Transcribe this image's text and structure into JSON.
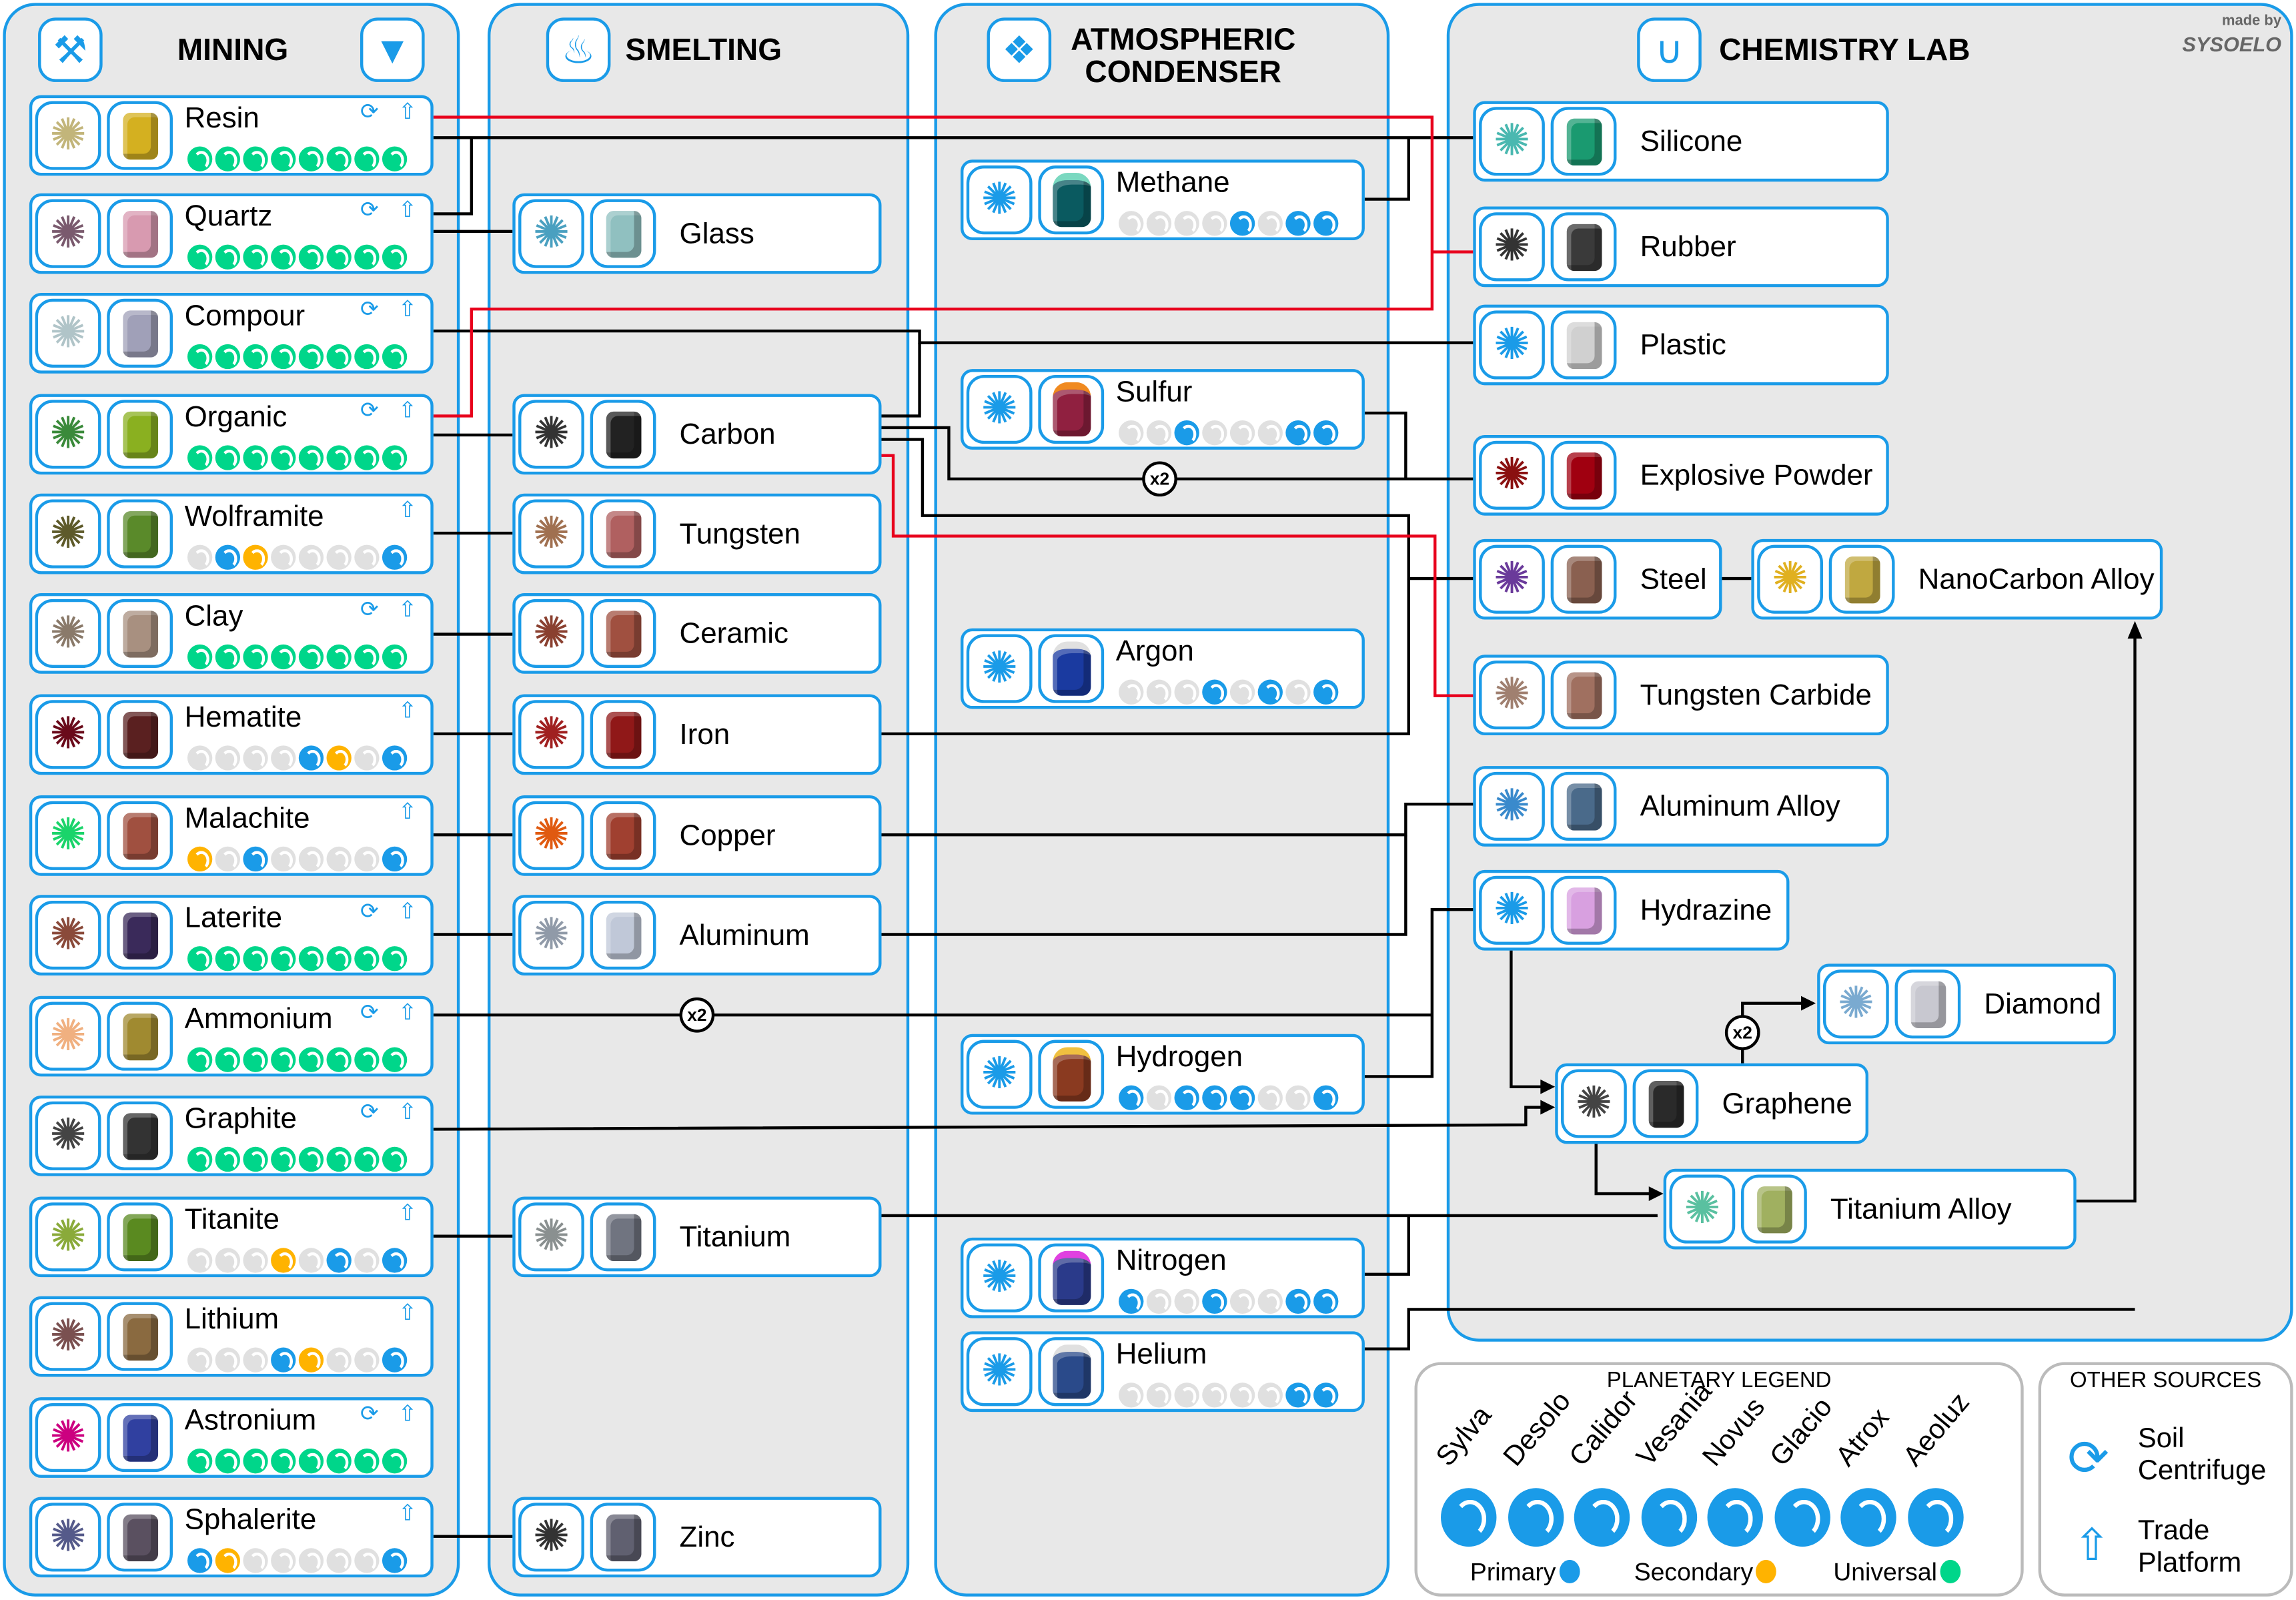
{
  "credit": {
    "made_by": "made by",
    "author": "SYSOELO"
  },
  "colors": {
    "accent": "#1a9be8",
    "primary": "#1a9be8",
    "secondary": "#ffb300",
    "universal": "#00d68a",
    "unavailable": "#e0e0e0",
    "red_link": "#e8001c"
  },
  "planets": [
    "Sylva",
    "Desolo",
    "Calidor",
    "Vesania",
    "Novus",
    "Glacio",
    "Atrox",
    "Aeoluz"
  ],
  "mining": {
    "title": "MINING",
    "icons": [
      "mining-tool-icon",
      "drill-icon"
    ],
    "items": [
      {
        "name": "Resin",
        "icon_color": "#c2b57a",
        "mat_color": "#d4b020",
        "soil_centrifuge": true,
        "trade_platform": true,
        "planets": [
          "u",
          "u",
          "u",
          "u",
          "u",
          "u",
          "u",
          "u"
        ]
      },
      {
        "name": "Quartz",
        "icon_color": "#7a5a6e",
        "mat_color": "#d89ab0",
        "soil_centrifuge": true,
        "trade_platform": true,
        "planets": [
          "u",
          "u",
          "u",
          "u",
          "u",
          "u",
          "u",
          "u"
        ]
      },
      {
        "name": "Compour",
        "icon_color": "#b0c4c8",
        "mat_color": "#a0a0b8",
        "soil_centrifuge": true,
        "trade_platform": true,
        "planets": [
          "u",
          "u",
          "u",
          "u",
          "u",
          "u",
          "u",
          "u"
        ]
      },
      {
        "name": "Organic",
        "icon_color": "#3a8a3a",
        "mat_color": "#8ab020",
        "soil_centrifuge": true,
        "trade_platform": true,
        "planets": [
          "u",
          "u",
          "u",
          "u",
          "u",
          "u",
          "u",
          "u"
        ]
      },
      {
        "name": "Wolframite",
        "icon_color": "#5e5a2a",
        "mat_color": "#5a8a2a",
        "soil_centrifuge": false,
        "trade_platform": true,
        "planets": [
          "n",
          "p",
          "s",
          "n",
          "n",
          "n",
          "n",
          "p"
        ]
      },
      {
        "name": "Clay",
        "icon_color": "#8a7a6a",
        "mat_color": "#a89080",
        "soil_centrifuge": true,
        "trade_platform": true,
        "planets": [
          "u",
          "u",
          "u",
          "u",
          "u",
          "u",
          "u",
          "u"
        ]
      },
      {
        "name": "Hematite",
        "icon_color": "#6a0a1a",
        "mat_color": "#5a2020",
        "soil_centrifuge": false,
        "trade_platform": true,
        "planets": [
          "n",
          "n",
          "n",
          "n",
          "p",
          "s",
          "n",
          "p"
        ]
      },
      {
        "name": "Malachite",
        "icon_color": "#1ad46a",
        "mat_color": "#a05040",
        "soil_centrifuge": false,
        "trade_platform": true,
        "planets": [
          "s",
          "n",
          "p",
          "n",
          "n",
          "n",
          "n",
          "p"
        ]
      },
      {
        "name": "Laterite",
        "icon_color": "#8a4a3a",
        "mat_color": "#3a2a5a",
        "soil_centrifuge": true,
        "trade_platform": true,
        "planets": [
          "u",
          "u",
          "u",
          "u",
          "u",
          "u",
          "u",
          "u"
        ]
      },
      {
        "name": "Ammonium",
        "icon_color": "#f0b080",
        "mat_color": "#a08a30",
        "soil_centrifuge": true,
        "trade_platform": true,
        "planets": [
          "u",
          "u",
          "u",
          "u",
          "u",
          "u",
          "u",
          "u"
        ]
      },
      {
        "name": "Graphite",
        "icon_color": "#444444",
        "mat_color": "#333333",
        "soil_centrifuge": true,
        "trade_platform": true,
        "planets": [
          "u",
          "u",
          "u",
          "u",
          "u",
          "u",
          "u",
          "u"
        ]
      },
      {
        "name": "Titanite",
        "icon_color": "#8aaa3a",
        "mat_color": "#5a8a20",
        "soil_centrifuge": false,
        "trade_platform": true,
        "planets": [
          "n",
          "n",
          "n",
          "s",
          "n",
          "p",
          "n",
          "p"
        ]
      },
      {
        "name": "Lithium",
        "icon_color": "#7a5050",
        "mat_color": "#8a6a40",
        "soil_centrifuge": false,
        "trade_platform": true,
        "planets": [
          "n",
          "n",
          "n",
          "p",
          "s",
          "n",
          "n",
          "p"
        ]
      },
      {
        "name": "Astronium",
        "icon_color": "#cc0080",
        "mat_color": "#3040a0",
        "soil_centrifuge": true,
        "trade_platform": true,
        "planets": [
          "u",
          "u",
          "u",
          "u",
          "u",
          "u",
          "u",
          "u"
        ]
      },
      {
        "name": "Sphalerite",
        "icon_color": "#555a8a",
        "mat_color": "#5a5060",
        "soil_centrifuge": false,
        "trade_platform": true,
        "planets": [
          "p",
          "s",
          "n",
          "n",
          "n",
          "n",
          "n",
          "p"
        ]
      }
    ]
  },
  "smelting": {
    "title": "SMELTING",
    "icon": "furnace-icon",
    "items": [
      {
        "name": "Glass",
        "icon_color": "#4aa0c0",
        "mat_color": "#90c0c0"
      },
      {
        "name": "Carbon",
        "icon_color": "#333333",
        "mat_color": "#222222"
      },
      {
        "name": "Tungsten",
        "icon_color": "#a07050",
        "mat_color": "#b06060"
      },
      {
        "name": "Ceramic",
        "icon_color": "#8a4030",
        "mat_color": "#a05040"
      },
      {
        "name": "Iron",
        "icon_color": "#a02020",
        "mat_color": "#901818"
      },
      {
        "name": "Copper",
        "icon_color": "#e05a10",
        "mat_color": "#a04030"
      },
      {
        "name": "Aluminum",
        "icon_color": "#909aa8",
        "mat_color": "#c0c8d8"
      },
      {
        "name": "Titanium",
        "icon_color": "#8a9090",
        "mat_color": "#707480"
      },
      {
        "name": "Zinc",
        "icon_color": "#333333",
        "mat_color": "#606070"
      }
    ]
  },
  "atmospheric": {
    "title": "ATMOSPHERIC CONDENSER",
    "icon": "condenser-icon",
    "items": [
      {
        "name": "Methane",
        "band_color": "#7ad8c0",
        "gas_color": "#0a5a60",
        "planets": [
          "n",
          "n",
          "n",
          "n",
          "p",
          "n",
          "p",
          "p"
        ]
      },
      {
        "name": "Sulfur",
        "band_color": "#f08a20",
        "gas_color": "#902040",
        "planets": [
          "n",
          "n",
          "p",
          "n",
          "n",
          "n",
          "p",
          "p"
        ]
      },
      {
        "name": "Argon",
        "band_color": "#e0e0e0",
        "gas_color": "#1a3aa0",
        "planets": [
          "n",
          "n",
          "n",
          "p",
          "n",
          "p",
          "n",
          "p"
        ]
      },
      {
        "name": "Hydrogen",
        "band_color": "#f0c040",
        "gas_color": "#8a3a20",
        "planets": [
          "p",
          "n",
          "p",
          "p",
          "p",
          "n",
          "n",
          "p"
        ]
      },
      {
        "name": "Nitrogen",
        "band_color": "#e040e0",
        "gas_color": "#2a3a8a",
        "planets": [
          "p",
          "n",
          "n",
          "p",
          "n",
          "n",
          "p",
          "p"
        ]
      },
      {
        "name": "Helium",
        "band_color": "#e0e0e0",
        "gas_color": "#2a4a8a",
        "planets": [
          "n",
          "n",
          "n",
          "n",
          "n",
          "n",
          "p",
          "p"
        ]
      }
    ]
  },
  "chemistry": {
    "title": "CHEMISTRY LAB",
    "icon": "chemistry-lab-icon",
    "items": [
      {
        "name": "Silicone",
        "icon_color": "#4ab8b0",
        "mat_color": "#1a9a70"
      },
      {
        "name": "Rubber",
        "icon_color": "#333333",
        "mat_color": "#3a3a3a"
      },
      {
        "name": "Plastic",
        "icon_color": "#1a9be8",
        "mat_color": "#d0d0d0"
      },
      {
        "name": "Explosive Powder",
        "icon_color": "#8a1010",
        "mat_color": "#a00010"
      },
      {
        "name": "Steel",
        "icon_color": "#6a3a9a",
        "mat_color": "#8a6050"
      },
      {
        "name": "NanoCarbon Alloy",
        "icon_color": "#e0b020",
        "mat_color": "#c0a840"
      },
      {
        "name": "Tungsten Carbide",
        "icon_color": "#a08070",
        "mat_color": "#a07060"
      },
      {
        "name": "Aluminum Alloy",
        "icon_color": "#3a8acc",
        "mat_color": "#4a6a8a"
      },
      {
        "name": "Hydrazine",
        "icon_color": "#1a9be8",
        "mat_color": "#d8a0e0"
      },
      {
        "name": "Diamond",
        "icon_color": "#7aaad0",
        "mat_color": "#c8c8d0"
      },
      {
        "name": "Graphene",
        "icon_color": "#444444",
        "mat_color": "#2a2a2a"
      },
      {
        "name": "Titanium Alloy",
        "icon_color": "#5ac0a0",
        "mat_color": "#a0b060"
      }
    ]
  },
  "multiplier_badges": [
    "x2",
    "x2",
    "x2"
  ],
  "legend": {
    "title": "PLANETARY LEGEND",
    "keys": [
      {
        "label": "Primary",
        "color": "#1a9be8"
      },
      {
        "label": "Secondary",
        "color": "#ffb300"
      },
      {
        "label": "Universal",
        "color": "#00d68a"
      }
    ]
  },
  "other_sources": {
    "title": "OTHER SOURCES",
    "items": [
      {
        "label_line1": "Soil",
        "label_line2": "Centrifuge",
        "icon": "soil-centrifuge-icon"
      },
      {
        "label_line1": "Trade",
        "label_line2": "Platform",
        "icon": "trade-platform-icon"
      }
    ]
  }
}
